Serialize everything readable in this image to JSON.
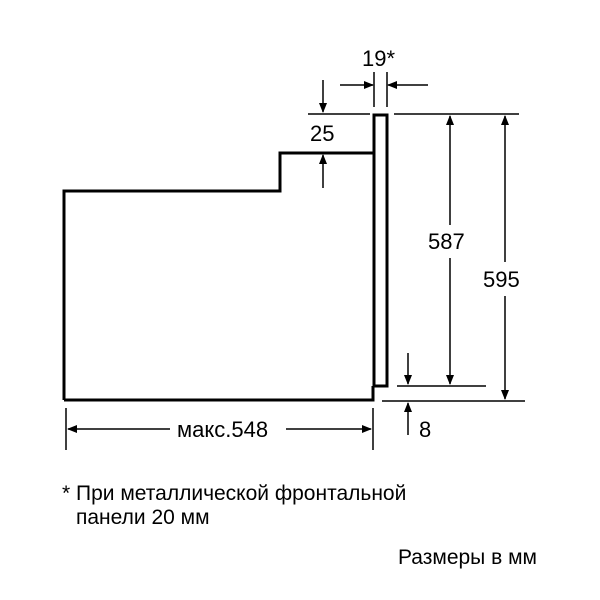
{
  "diagram": {
    "type": "technical dimension drawing",
    "subject": "built-in oven side profile installation dimensions",
    "dimensions": {
      "panel_thickness": "19*",
      "top_offset": "25",
      "inner_height": "587",
      "total_height": "595",
      "bottom_offset": "8",
      "depth": "макс.548"
    },
    "footnote": {
      "line1": "* При металлической фронтальной",
      "line2": "панели 20 мм"
    },
    "units_label": "Размеры в мм",
    "colors": {
      "line": "#000000",
      "background": "#ffffff"
    }
  }
}
